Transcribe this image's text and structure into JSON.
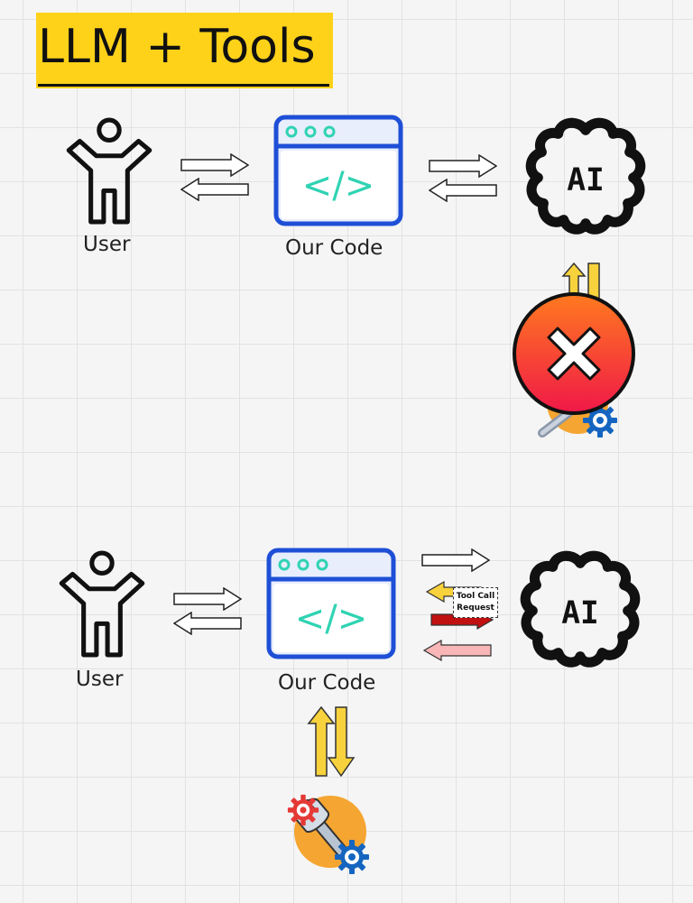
{
  "title": "LLM + Tools",
  "top_row": {
    "user_label": "User",
    "code_label": "Our Code",
    "ai_label": "AI",
    "code_glyph": "</>"
  },
  "bottom_row": {
    "user_label": "User",
    "code_label": "Our Code",
    "ai_label": "AI",
    "code_glyph": "</>",
    "tool_call_label_line1": "Tool Call",
    "tool_call_label_line2": "Request"
  },
  "colors": {
    "title_background": "#ffd21a",
    "window_frame": "#1e4fd6",
    "window_dots": "#2fd3b3",
    "code_glyph": "#2fd3b3",
    "yellow_arrow": "#f7d23c",
    "red_arrow": "#c01010",
    "pink_arrow": "#f8b6b6",
    "error_circle": "#f2353b",
    "tool_circle": "#f5a531",
    "gear_blue": "#1565c0",
    "gear_red": "#e53935"
  },
  "icons": [
    "person-icon",
    "browser-code-icon",
    "ai-brain-icon",
    "tools-icon",
    "error-x-icon"
  ]
}
